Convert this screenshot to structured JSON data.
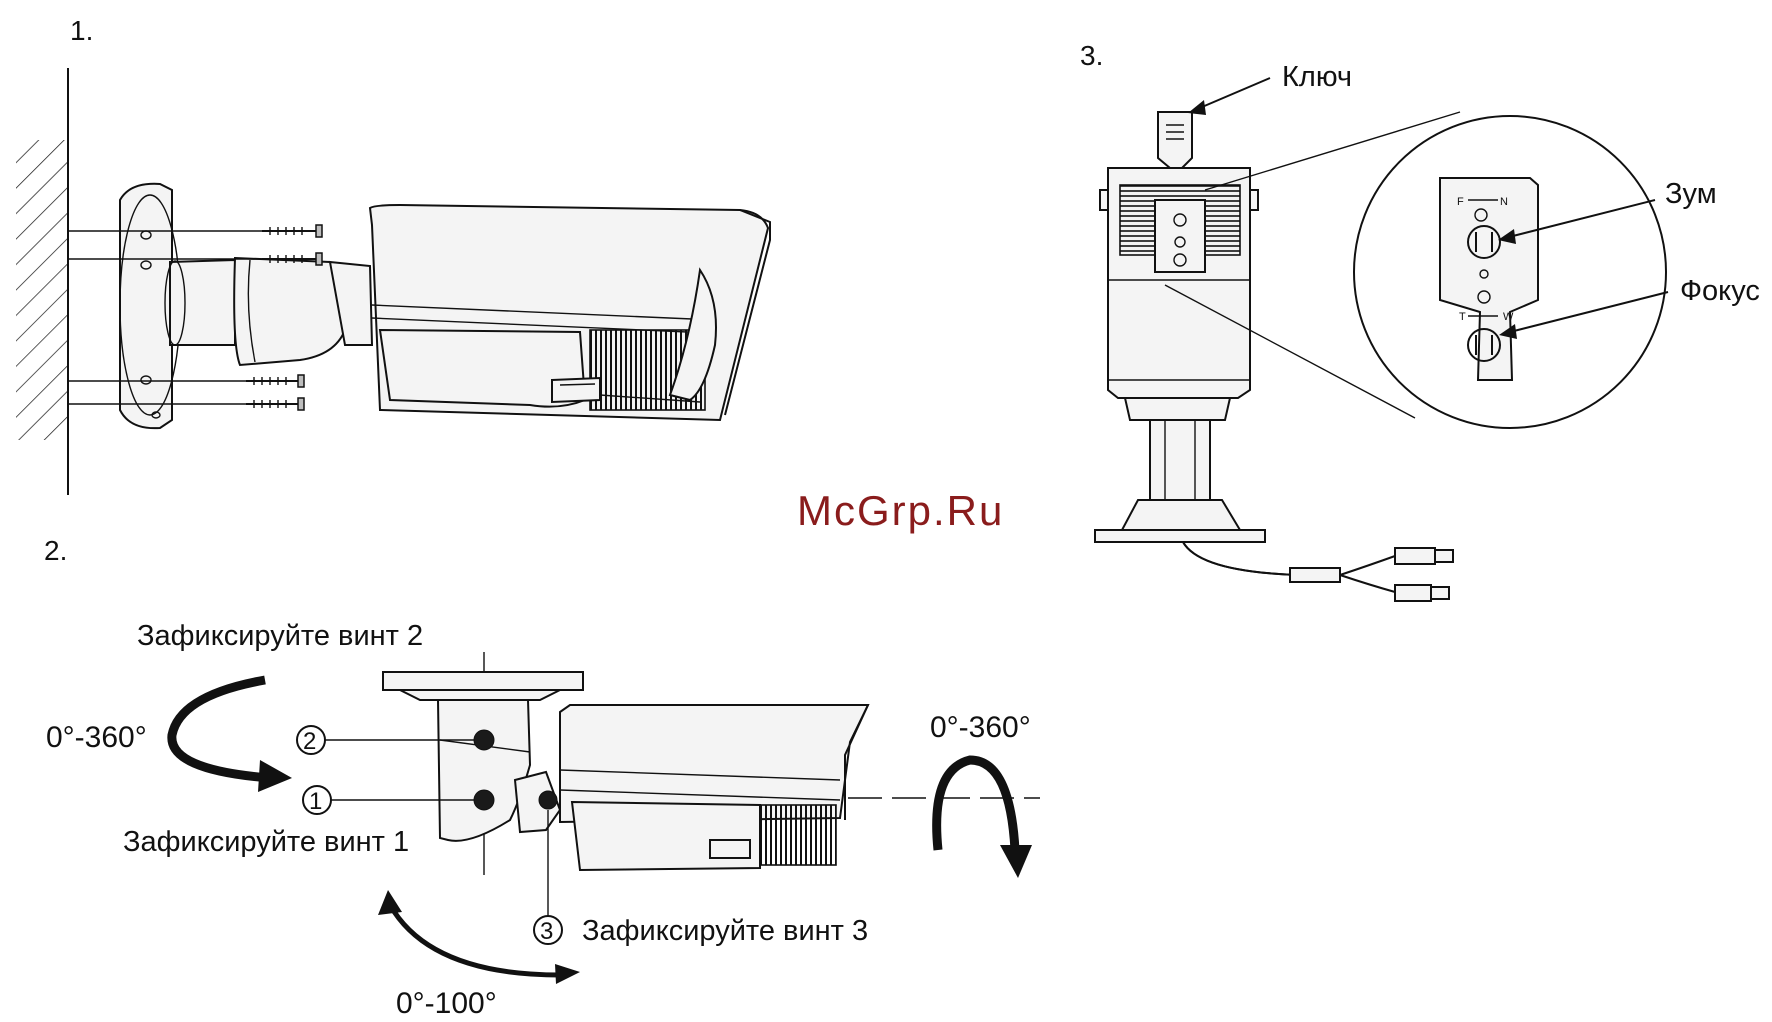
{
  "steps": {
    "one": "1.",
    "two": "2.",
    "three": "3."
  },
  "labels": {
    "key": "Ключ",
    "zoom": "Зум",
    "focus": "Фокус",
    "screw2": "Зафиксируйте винт 2",
    "screw1": "Зафиксируйте винт 1",
    "screw3": "Зафиксируйте винт 3",
    "angle_left": "0°-360°",
    "angle_right": "0°-360°",
    "angle_bottom": "0°-100°",
    "num1": "1",
    "num2": "2",
    "num3": "3"
  },
  "watermark": "McGrp.Ru",
  "colors": {
    "line": "#111111",
    "watermark": "#8a1c1c"
  }
}
